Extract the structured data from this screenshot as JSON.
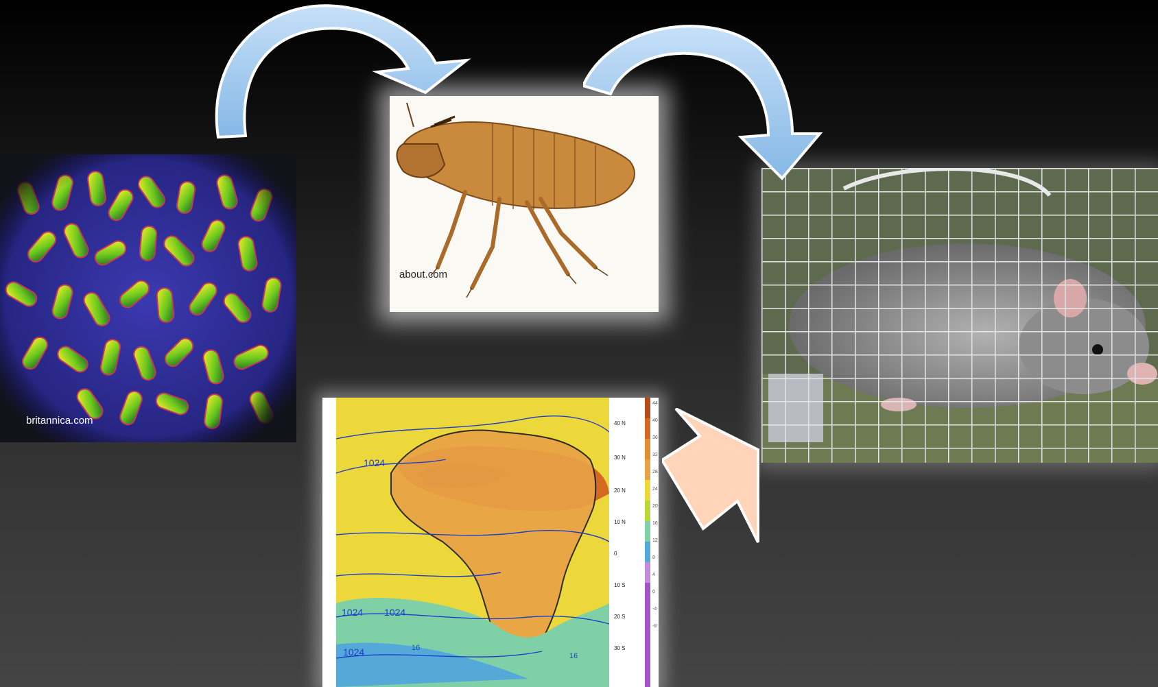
{
  "panels": {
    "bacteria": {
      "credit": "britannica.com"
    },
    "flea": {
      "credit": "about.com"
    },
    "rat": {
      "credit": ""
    },
    "climate_map": {
      "lat_labels": [
        "40 N",
        "30 N",
        "20 N",
        "10 N",
        "0",
        "10 S",
        "20 S",
        "30 S"
      ],
      "isobar_labels": [
        "1024",
        "1024",
        "1024",
        "1024",
        "16",
        "16"
      ],
      "scale_labels": [
        "44",
        "40",
        "36",
        "32",
        "28",
        "24",
        "20",
        "16",
        "12",
        "8",
        "4",
        "0",
        "-4",
        "-8"
      ]
    }
  },
  "colors": {
    "curved_arrow_fill": "#9cc7ee",
    "block_arrow_fill": "#ffd4b8",
    "bacteria_bg": "#2a2f8f",
    "bacteria_cell": "#e8e020"
  }
}
